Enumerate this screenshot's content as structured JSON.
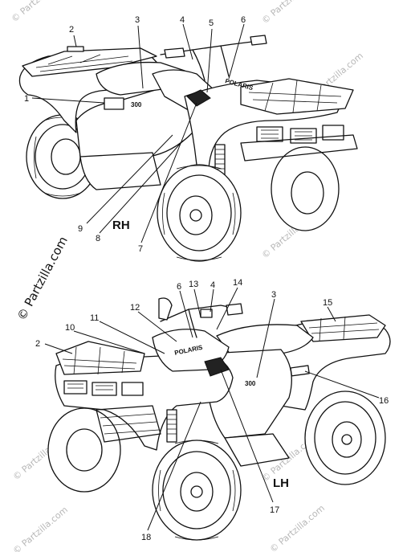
{
  "diagram": {
    "upper_view_label": "RH",
    "lower_view_label": "LH",
    "upper_callouts": [
      "1",
      "2",
      "3",
      "4",
      "5",
      "6",
      "7",
      "8",
      "9"
    ],
    "lower_callouts": [
      "2",
      "3",
      "4",
      "6",
      "10",
      "11",
      "12",
      "13",
      "14",
      "15",
      "16",
      "17",
      "18"
    ],
    "decal_text": "POLARIS",
    "model_badge": "300"
  },
  "watermark": {
    "text": "© Partzilla.com",
    "main_text": "© Partzilla.com"
  }
}
